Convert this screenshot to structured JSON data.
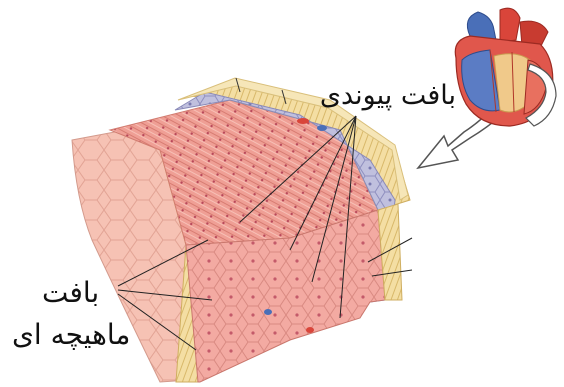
{
  "labels": {
    "connective_tissue": "بافت پیوندی",
    "muscle_tissue_line1": "بافت",
    "muscle_tissue_line2": "ماهیچه ای"
  },
  "colors": {
    "muscle": "#f2a8a0",
    "muscle_dark": "#e48f86",
    "connective": "#f3dca0",
    "endothelium": "#b7b7d8",
    "heart_red": "#d9453a",
    "heart_blue": "#4a6fb8",
    "arrow": "#555555"
  }
}
